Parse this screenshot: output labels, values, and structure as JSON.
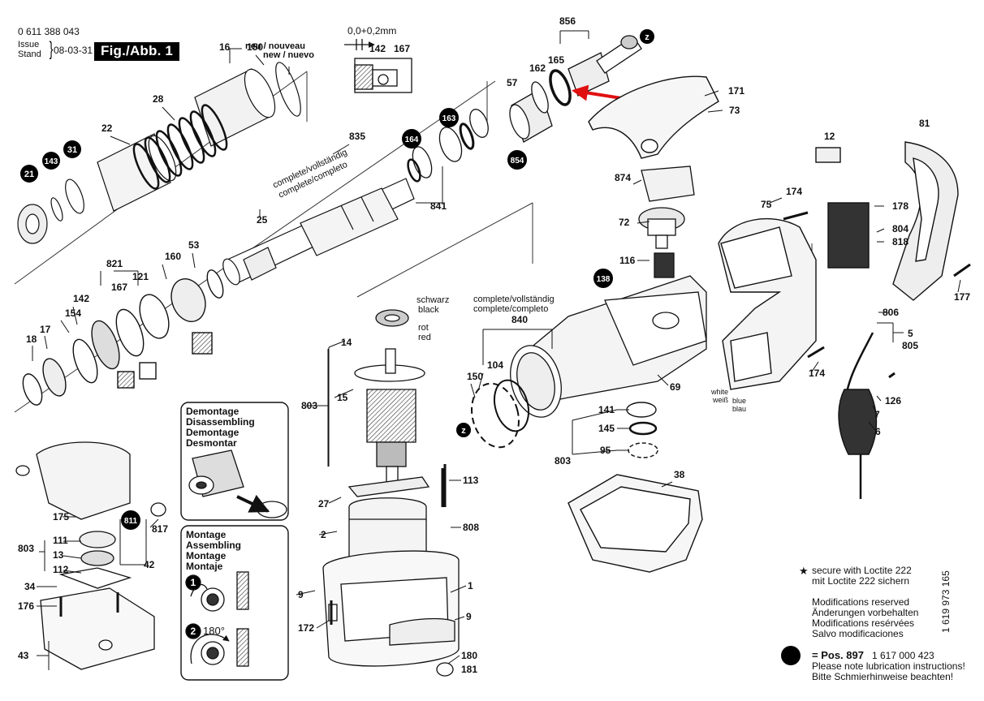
{
  "header": {
    "doc_id": "0 611 388 043",
    "issue_label_1": "Issue",
    "issue_label_2": "Stand",
    "issue_date": "08-03-31",
    "figure_label": "Fig./Abb. 1"
  },
  "tolerance_label": "0,0+0,2mm",
  "labels": {
    "neu": "neu / nouveau",
    "new": "new / nuevo",
    "complete_1": "complete/vollständig",
    "complete_2": "complete/completo",
    "schwarz": "schwarz",
    "black": "black",
    "rot": "rot",
    "red": "red",
    "white": "white",
    "weiss": "weiß",
    "blue": "blue",
    "blau": "blau"
  },
  "disassembly_box": {
    "title_lines": [
      "Demontage",
      "Disassembling",
      "Demontage",
      "Desmontar"
    ]
  },
  "assembly_box": {
    "title_lines": [
      "Montage",
      "Assembling",
      "Montage",
      "Montaje"
    ],
    "step1": "1",
    "step2": "2",
    "angle": "180°"
  },
  "parts": [
    {
      "id": "p16",
      "text": "16"
    },
    {
      "id": "p150a",
      "text": "150"
    },
    {
      "id": "p142",
      "text": "142"
    },
    {
      "id": "p167",
      "text": "167"
    },
    {
      "id": "p856",
      "text": "856"
    },
    {
      "id": "p171",
      "text": "171"
    },
    {
      "id": "p73",
      "text": "73"
    },
    {
      "id": "p28",
      "text": "28"
    },
    {
      "id": "p22",
      "text": "22"
    },
    {
      "id": "p835",
      "text": "835"
    },
    {
      "id": "p162",
      "text": "162"
    },
    {
      "id": "p165",
      "text": "165"
    },
    {
      "id": "p57",
      "text": "57"
    },
    {
      "id": "p12",
      "text": "12"
    },
    {
      "id": "p81",
      "text": "81"
    },
    {
      "id": "p874",
      "text": "874"
    },
    {
      "id": "p174a",
      "text": "174"
    },
    {
      "id": "p75",
      "text": "75"
    },
    {
      "id": "p178",
      "text": "178"
    },
    {
      "id": "p804",
      "text": "804"
    },
    {
      "id": "p818",
      "text": "818"
    },
    {
      "id": "p72",
      "text": "72"
    },
    {
      "id": "p841",
      "text": "841"
    },
    {
      "id": "p25",
      "text": "25"
    },
    {
      "id": "p53",
      "text": "53"
    },
    {
      "id": "p821",
      "text": "821"
    },
    {
      "id": "p160",
      "text": "160"
    },
    {
      "id": "p167b",
      "text": "167"
    },
    {
      "id": "p121",
      "text": "121"
    },
    {
      "id": "p142b",
      "text": "142"
    },
    {
      "id": "p154",
      "text": "154"
    },
    {
      "id": "p18",
      "text": "18"
    },
    {
      "id": "p17",
      "text": "17"
    },
    {
      "id": "p116",
      "text": "116"
    },
    {
      "id": "p177",
      "text": "177"
    },
    {
      "id": "p840",
      "text": "840"
    },
    {
      "id": "p14",
      "text": "14"
    },
    {
      "id": "p104",
      "text": "104"
    },
    {
      "id": "p150b",
      "text": "150"
    },
    {
      "id": "p806",
      "text": "806"
    },
    {
      "id": "p5",
      "text": "5"
    },
    {
      "id": "p805",
      "text": "805"
    },
    {
      "id": "p174b",
      "text": "174"
    },
    {
      "id": "p803a",
      "text": "803"
    },
    {
      "id": "p15",
      "text": "15"
    },
    {
      "id": "p69",
      "text": "69"
    },
    {
      "id": "p141",
      "text": "141"
    },
    {
      "id": "p145",
      "text": "145"
    },
    {
      "id": "p95",
      "text": "95"
    },
    {
      "id": "p803b",
      "text": "803"
    },
    {
      "id": "p126",
      "text": "126"
    },
    {
      "id": "p7",
      "text": "7"
    },
    {
      "id": "p6",
      "text": "6"
    },
    {
      "id": "p113",
      "text": "113"
    },
    {
      "id": "p38",
      "text": "38"
    },
    {
      "id": "p27",
      "text": "27"
    },
    {
      "id": "p175",
      "text": "175"
    },
    {
      "id": "p817",
      "text": "817"
    },
    {
      "id": "p2",
      "text": "2"
    },
    {
      "id": "p808",
      "text": "808"
    },
    {
      "id": "p111",
      "text": "111"
    },
    {
      "id": "p803c",
      "text": "803"
    },
    {
      "id": "p13",
      "text": "13"
    },
    {
      "id": "p112",
      "text": "112"
    },
    {
      "id": "p42",
      "text": "42"
    },
    {
      "id": "p34",
      "text": "34"
    },
    {
      "id": "p176",
      "text": "176"
    },
    {
      "id": "p9a",
      "text": "9"
    },
    {
      "id": "p1",
      "text": "1"
    },
    {
      "id": "p172",
      "text": "172"
    },
    {
      "id": "p9b",
      "text": "9"
    },
    {
      "id": "p43",
      "text": "43"
    },
    {
      "id": "p180",
      "text": "180"
    },
    {
      "id": "p181",
      "text": "181"
    }
  ],
  "badges": [
    {
      "id": "b21",
      "text": "21"
    },
    {
      "id": "b143",
      "text": "143"
    },
    {
      "id": "b31",
      "text": "31"
    },
    {
      "id": "b164",
      "text": "164"
    },
    {
      "id": "b163",
      "text": "163"
    },
    {
      "id": "b854",
      "text": "854"
    },
    {
      "id": "b138",
      "text": "138"
    },
    {
      "id": "b811",
      "text": "811"
    },
    {
      "id": "bz1",
      "text": "z"
    },
    {
      "id": "bz2",
      "text": "z"
    }
  ],
  "notes": {
    "loctite_1": "secure with Loctite 222",
    "loctite_2": "mit Loctite 222 sichern",
    "modifications": [
      "Modifications reserved",
      "Änderungen vorbehalten",
      "Modifications resérvées",
      "Salvo modificaciones"
    ],
    "pos_label": "= Pos. 897",
    "pos_number": "1 617 000 423",
    "lubrication_1": "Please note lubrication instructions!",
    "lubrication_2": "Bitte Schmierhinweise beachten!",
    "doc_number": "1 619 973 165"
  },
  "colors": {
    "ink": "#111111",
    "highlight_arrow": "#e01010",
    "badge_fill": "#000000"
  }
}
